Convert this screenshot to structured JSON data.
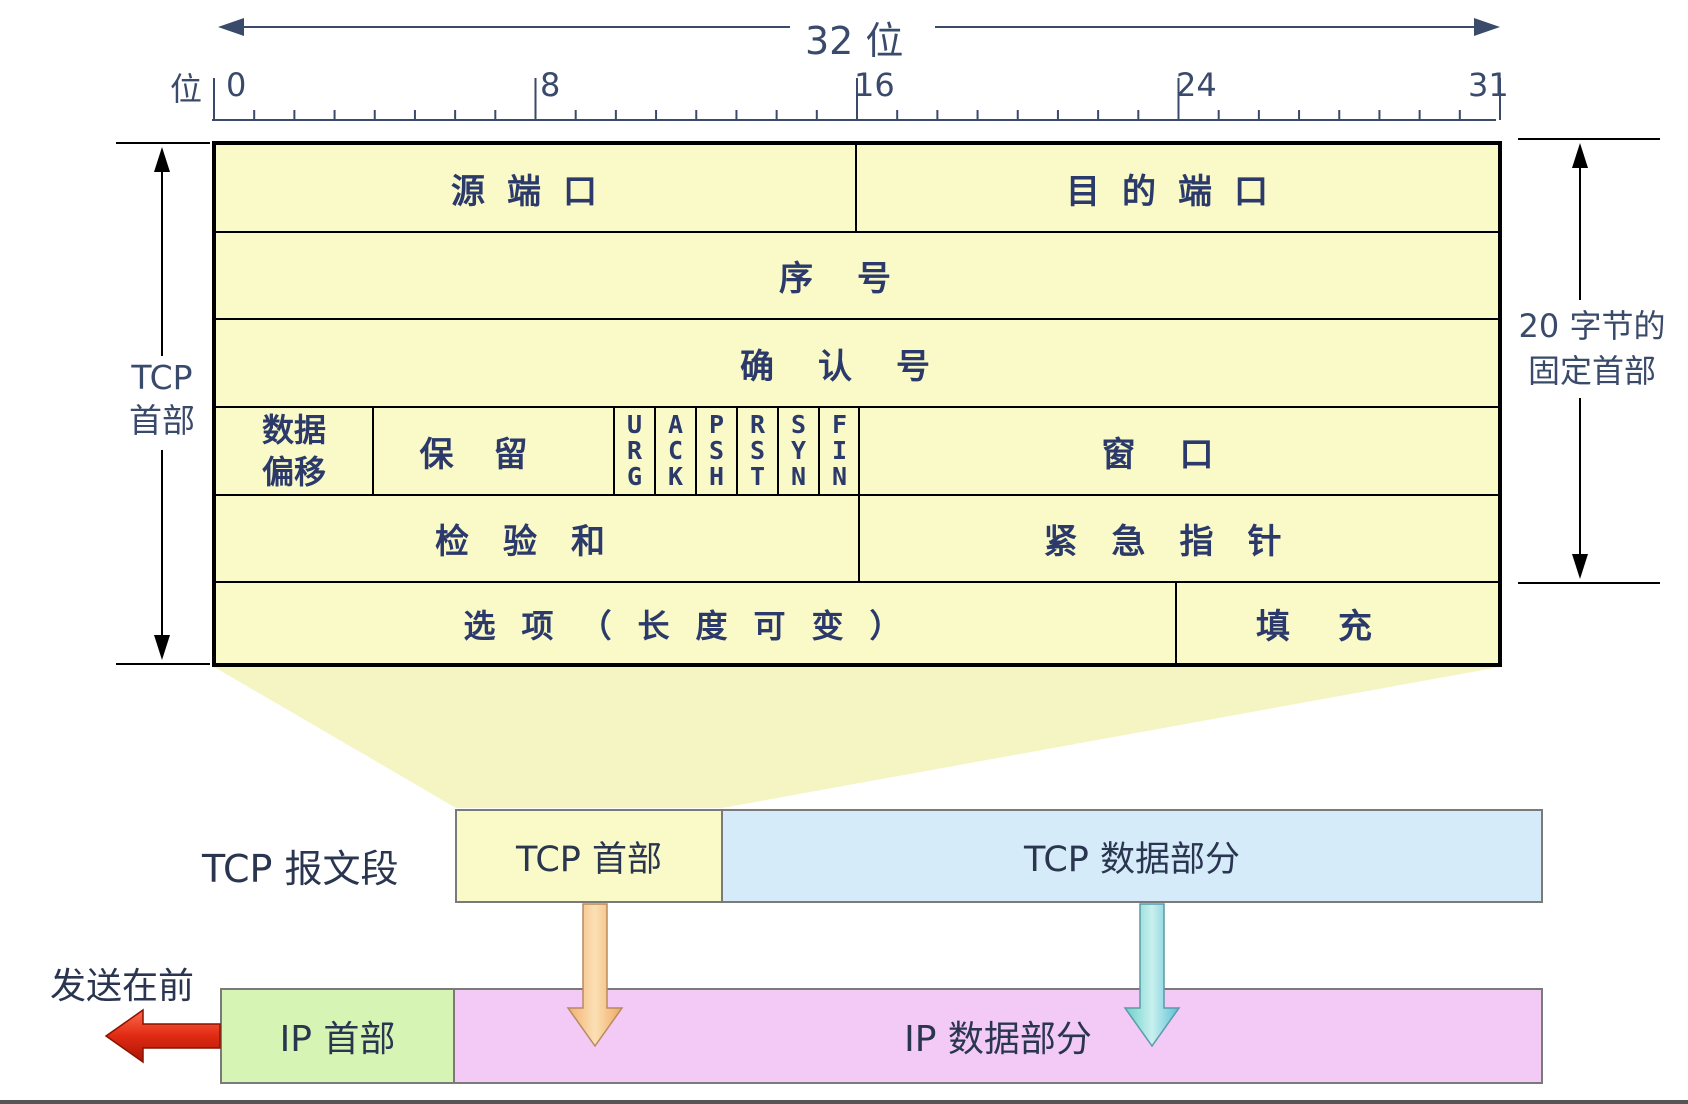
{
  "ruler": {
    "span_label": "32 位",
    "bit_label": "位",
    "ticks": [
      "0",
      "8",
      "16",
      "24",
      "31"
    ]
  },
  "header": {
    "left_label_line1": "TCP",
    "left_label_line2": "首部",
    "right_label_line1": "20 字节的",
    "right_label_line2": "固定首部",
    "fields": {
      "source_port": "源端口",
      "dest_port": "目的端口",
      "sequence": "序号",
      "ack": "确认号",
      "data_offset_line1": "数据",
      "data_offset_line2": "偏移",
      "reserved": "保留",
      "window": "窗口",
      "checksum": "检验和",
      "urgent_pointer": "紧急指针",
      "options": "选项（长度可变）",
      "padding": "填充"
    },
    "flags": [
      [
        "U",
        "R",
        "G"
      ],
      [
        "A",
        "C",
        "K"
      ],
      [
        "P",
        "S",
        "H"
      ],
      [
        "R",
        "S",
        "T"
      ],
      [
        "S",
        "Y",
        "N"
      ],
      [
        "F",
        "I",
        "N"
      ]
    ]
  },
  "segment": {
    "label": "TCP 报文段",
    "header": "TCP 首部",
    "data": "TCP 数据部分"
  },
  "ip": {
    "send_first": "发送在前",
    "header": "IP 首部",
    "data": "IP 数据部分"
  },
  "colors": {
    "header_fill": "#fafac8",
    "tcp_data_fill": "#d6ebfa",
    "ip_header_fill": "#d6f5b4",
    "ip_data_fill": "#f2caf5",
    "send_arrow": "#e02a12"
  }
}
